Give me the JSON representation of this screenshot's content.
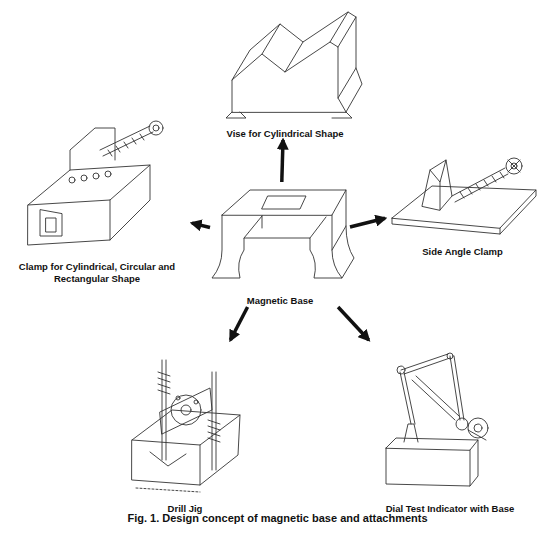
{
  "diagram": {
    "caption": "Fig. 1. Design concept of magnetic base and attachments",
    "nodes": [
      {
        "text": [
          "Magnetic Base"
        ]
      },
      {
        "text": [
          "Vise for Cylindrical Shape"
        ]
      },
      {
        "text": [
          "Side Angle Clamp"
        ]
      },
      {
        "text": [
          "Clamp for Cylindrical, Circular and Rectangular Shape"
        ]
      },
      {
        "text": [
          "Drill Jig"
        ]
      },
      {
        "text": [
          "Dial Test Indicator with Base"
        ]
      }
    ],
    "edges": [
      {
        "from": 0,
        "to": 1,
        "arrow": "to"
      },
      {
        "from": 0,
        "to": 2,
        "arrow": "to"
      },
      {
        "from": 0,
        "to": 3,
        "arrow": "to"
      },
      {
        "from": 0,
        "to": 4,
        "arrow": "to"
      },
      {
        "from": 0,
        "to": 5,
        "arrow": "to"
      }
    ]
  }
}
